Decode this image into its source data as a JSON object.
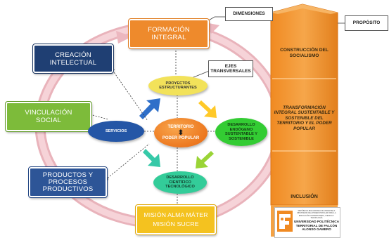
{
  "labels": {
    "dimensiones": "DIMENSIONES",
    "proposito": "PROPÓSITO",
    "ejes": [
      "EJES",
      "TRANSVERSALES"
    ]
  },
  "dimensions": {
    "formacion": [
      "FORMACIÓN",
      "INTEGRAL"
    ],
    "creacion": [
      "CREACIÓN",
      "INTELECTUAL"
    ],
    "vinculacion": [
      "VINCULACIÓN",
      "SOCIAL"
    ],
    "productos": [
      "PRODUCTOS Y",
      "PROCESOS",
      "PRODUCTIVOS"
    ],
    "mision": [
      "MISIÓN ALMA MÁTER",
      "MISIÓN SUCRE"
    ]
  },
  "axes": {
    "proyectos": [
      "PROYECTOS",
      "ESTRUCTURANTES"
    ],
    "servicios": "SERVICIOS",
    "desarrollo_endogeno": [
      "DESARROLLO",
      "ENDÓGENO",
      "SUSTENTABLE Y",
      "SOSTENIBLE"
    ],
    "desarrollo_cientifico": [
      "DESARROLLO",
      "CIENTÍFICO",
      "TECNOLÓGICO"
    ],
    "territorio": "TERRITORIO",
    "poder_popular": "PODER POPULAR"
  },
  "purpose": {
    "construccion": [
      "CONSTRUCCIÓN DEL",
      "SOCIALISMO"
    ],
    "transformacion": [
      "TRANSFORMACIÓN",
      "INTEGRAL SUSTENTABLE Y",
      "SOSTENIBLE DEL",
      "TERRITORIO Y EL PODER",
      "POPULAR"
    ],
    "inclusion": "INCLUSIÓN"
  },
  "logo": {
    "small_text": [
      "REPÚBLICA BOLIVARIANA DE VENEZUELA",
      "MINISTERIO DEL PODER POPULAR PARA LA",
      "EDUCACIÓN UNIVERSITARIA, CIENCIA Y TECNOLOGÍA"
    ],
    "university": [
      "UNIVERSIDAD POLITÉCNICA",
      "TERRITORIAL DE FALCÓN",
      "ALONSO GAMERO"
    ]
  },
  "colors": {
    "formacion": "#ee8a2c",
    "creacion": "#1f3f73",
    "vinculacion": "#7dbb3a",
    "productos": "#2d5597",
    "mision": "#f4c21f",
    "pillar": "#f29a36",
    "territorio": "#f07a1f",
    "proyectos": "#f2e25a",
    "servicios": "#2456a6",
    "endogeno": "#33cc33",
    "cientifico": "#33cc99"
  }
}
